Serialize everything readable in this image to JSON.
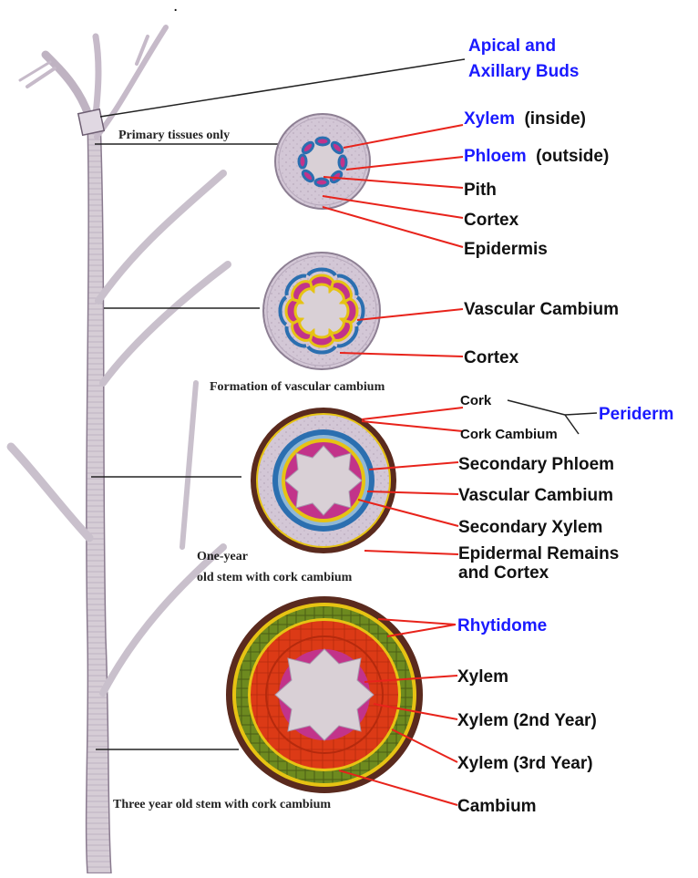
{
  "colors": {
    "label_blue": "#1a1aff",
    "label_black": "#111111",
    "pointer_red": "#e8231b",
    "pointer_black": "#222222",
    "pith": "#d9d0d6",
    "phloem": "#c2338a",
    "xylem": "#2b6fb0",
    "cambium": "#e6c313",
    "cork": "#5a2a1e",
    "secondary_xylem": "#dc3a16",
    "rhytidome_green": "#6d8a1f",
    "branch": "#c9c0cc"
  },
  "stage_dot": ".",
  "captions": {
    "stage1": "Primary tissues only",
    "stage2": "Formation of vascular cambium",
    "stage3_line1": "One-year",
    "stage3_line2": "old stem with cork cambium",
    "stage4": "Three year old stem with cork cambium"
  },
  "labels": {
    "apical_line1": "Apical and",
    "apical_line2": "Axillary Buds",
    "xylem_inside_term": "Xylem",
    "xylem_inside_note": "(inside)",
    "phloem_outside_term": "Phloem",
    "phloem_outside_note": "(outside)",
    "pith": "Pith",
    "cortex1": "Cortex",
    "epidermis": "Epidermis",
    "vascular_cambium1": "Vascular Cambium",
    "cortex2": "Cortex",
    "cork": "Cork",
    "cork_cambium": "Cork Cambium",
    "periderm": "Periderm",
    "secondary_phloem": "Secondary Phloem",
    "vascular_cambium2": "Vascular Cambium",
    "secondary_xylem": "Secondary Xylem",
    "epidermal_line1": "Epidermal Remains",
    "epidermal_line2": "and Cortex",
    "rhytidome": "Rhytidome",
    "xylem": "Xylem",
    "xylem_2nd": "Xylem (2nd Year)",
    "xylem_3rd": "Xylem (3rd Year)",
    "cambium": "Cambium"
  }
}
